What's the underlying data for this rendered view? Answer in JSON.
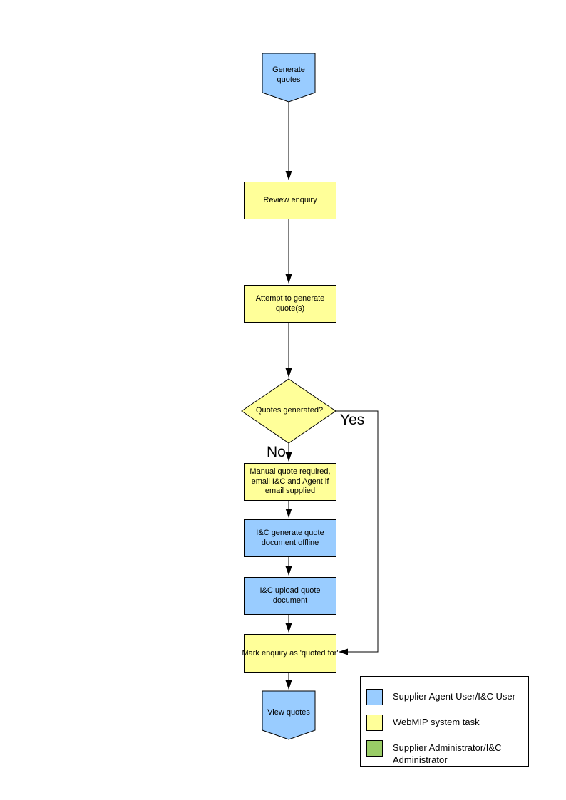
{
  "flowchart": {
    "nodes": [
      {
        "id": "generate-quotes",
        "label": "Generate quotes",
        "shape": "off-page-connector",
        "color": "#99CCFF"
      },
      {
        "id": "review-enquiry",
        "label": "Review enquiry",
        "shape": "process",
        "color": "#FFFF99"
      },
      {
        "id": "attempt-generate",
        "label": "Attempt to generate quote(s)",
        "shape": "process",
        "color": "#FFFF99"
      },
      {
        "id": "quotes-generated",
        "label": "Quotes generated?",
        "shape": "decision",
        "color": "#FFFF99"
      },
      {
        "id": "manual-quote",
        "label": "Manual quote required, email I&C and Agent if email supplied",
        "shape": "process",
        "color": "#FFFF99"
      },
      {
        "id": "generate-offline",
        "label": "I&C generate quote document offline",
        "shape": "process",
        "color": "#99CCFF"
      },
      {
        "id": "upload-quote",
        "label": "I&C upload quote document",
        "shape": "process",
        "color": "#99CCFF"
      },
      {
        "id": "mark-enquiry",
        "label": "Mark enquiry as 'quoted for'",
        "shape": "process",
        "color": "#FFFF99"
      },
      {
        "id": "view-quotes",
        "label": "View quotes",
        "shape": "off-page-connector",
        "color": "#99CCFF"
      }
    ],
    "branch_labels": {
      "yes": "Yes",
      "no": "No"
    }
  },
  "legend": {
    "items": [
      {
        "label": "Supplier Agent User/I&C User",
        "color": "#99CCFF"
      },
      {
        "label": "WebMIP system task",
        "color": "#FFFF99"
      },
      {
        "label": "Supplier Administrator/I&C Administrator",
        "color": "#99CC66"
      }
    ]
  }
}
